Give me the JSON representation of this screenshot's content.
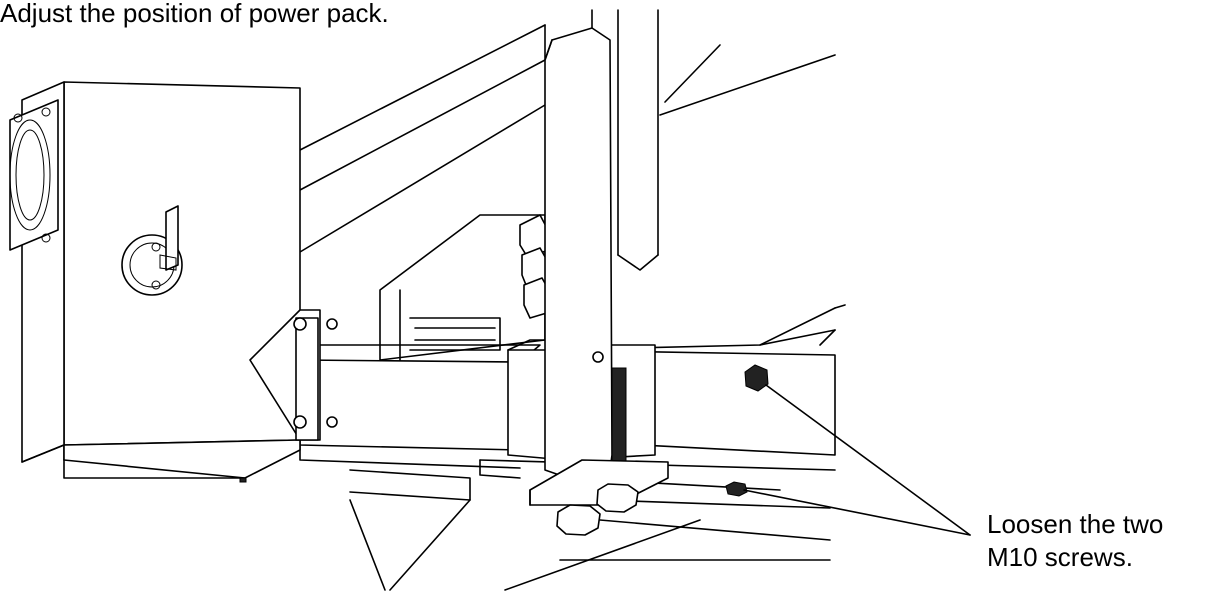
{
  "instruction": "Adjust the position of power pack.",
  "callout": {
    "line1": "Loosen the two",
    "line2": "M10 screws."
  },
  "colors": {
    "ink": "#000000",
    "paper": "#ffffff"
  }
}
